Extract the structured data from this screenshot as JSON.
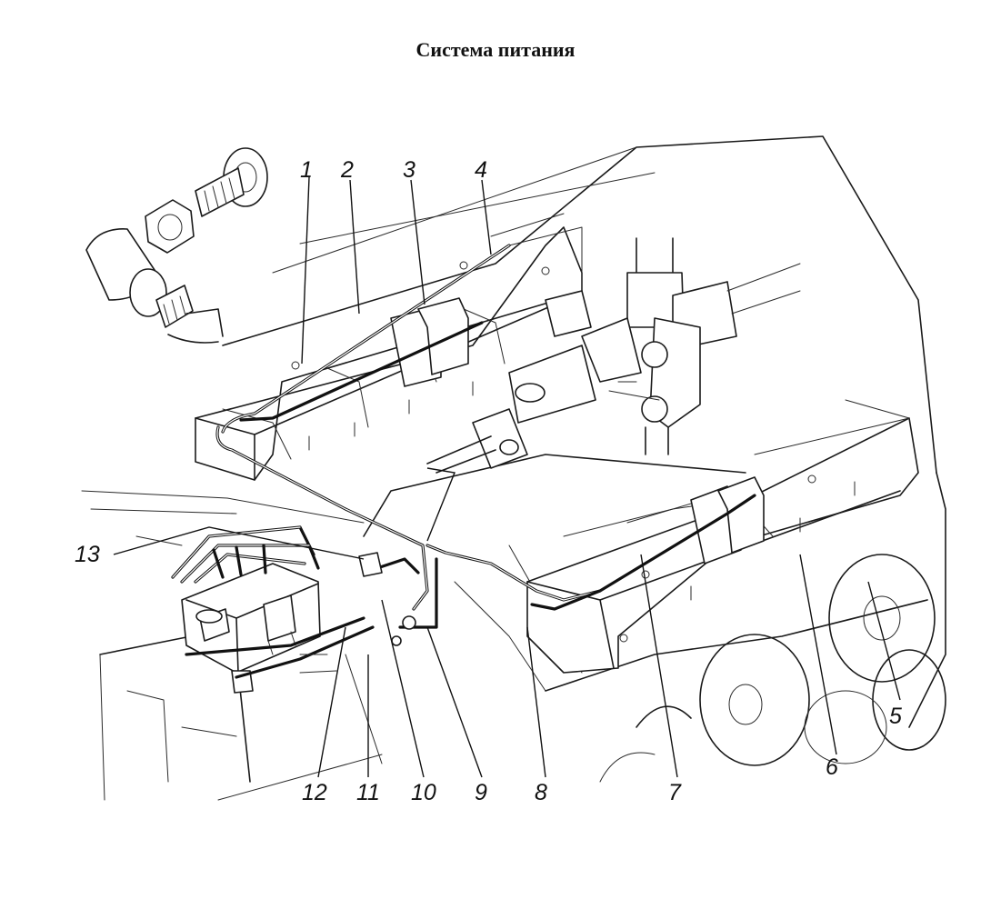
{
  "title": "Система питания",
  "callouts": [
    {
      "id": "1",
      "text": "1"
    },
    {
      "id": "2",
      "text": "2"
    },
    {
      "id": "3",
      "text": "3"
    },
    {
      "id": "4",
      "text": "4"
    },
    {
      "id": "5",
      "text": "5"
    },
    {
      "id": "6",
      "text": "6"
    },
    {
      "id": "7",
      "text": "7"
    },
    {
      "id": "8",
      "text": "8"
    },
    {
      "id": "9",
      "text": "9"
    },
    {
      "id": "10",
      "text": "10"
    },
    {
      "id": "11",
      "text": "11"
    },
    {
      "id": "12",
      "text": "12"
    },
    {
      "id": "13",
      "text": "13"
    }
  ]
}
